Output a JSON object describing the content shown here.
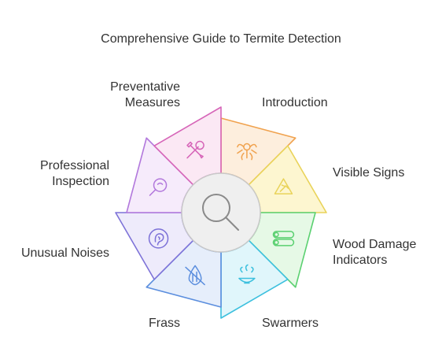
{
  "title": "Comprehensive Guide to Termite Detection",
  "segments": [
    {
      "label": "Introduction",
      "icon": "termite-icon",
      "fill": "#fdeedd",
      "stroke": "#f0a24e"
    },
    {
      "label": "Visible Signs",
      "icon": "warning-sign-icon",
      "fill": "#fdf6d0",
      "stroke": "#e9d35a"
    },
    {
      "label": "Wood Damage\nIndicators",
      "icon": "wood-logs-icon",
      "fill": "#e6f9e6",
      "stroke": "#5ad070"
    },
    {
      "label": "Swarmers",
      "icon": "swarm-icon",
      "fill": "#e0f6fb",
      "stroke": "#3cc0de"
    },
    {
      "label": "Frass",
      "icon": "no-water-icon",
      "fill": "#e6eefb",
      "stroke": "#5b8ede"
    },
    {
      "label": "Unusual Noises",
      "icon": "ear-icon",
      "fill": "#eeebfb",
      "stroke": "#7d72d8"
    },
    {
      "label": "Professional\nInspection",
      "icon": "inspector-icon",
      "fill": "#f6ebfb",
      "stroke": "#b278dc"
    },
    {
      "label": "Preventative\nMeasures",
      "icon": "tools-icon",
      "fill": "#fbe8f4",
      "stroke": "#d665b8"
    }
  ],
  "center": {
    "icon": "magnifier-icon"
  }
}
